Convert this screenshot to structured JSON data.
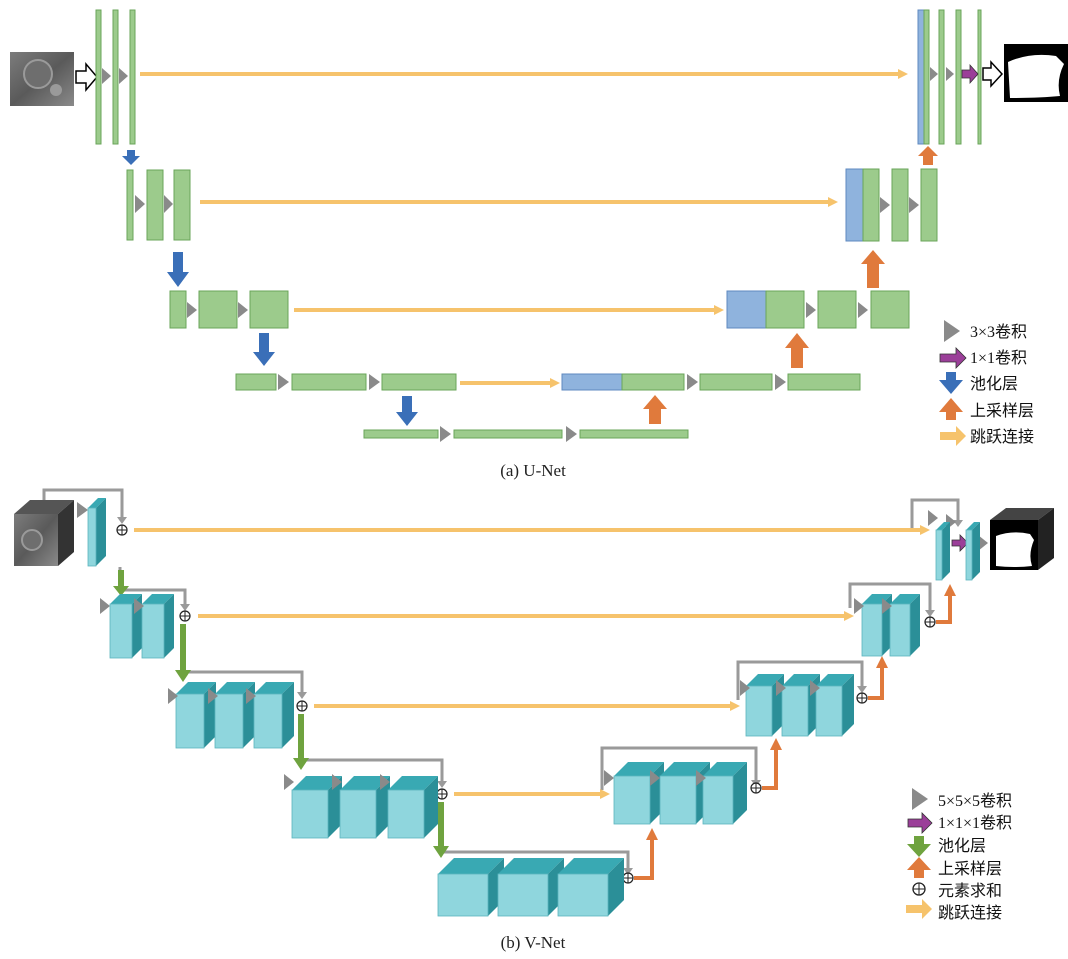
{
  "unet": {
    "caption": "(a) U-Net",
    "legend": [
      {
        "key": "conv",
        "label": "3×3卷积"
      },
      {
        "key": "conv1",
        "label": "1×1卷积"
      },
      {
        "key": "pool",
        "label": "池化层"
      },
      {
        "key": "up",
        "label": "上采样层"
      },
      {
        "key": "skip",
        "label": "跳跃连接"
      }
    ]
  },
  "vnet": {
    "caption": "(b) V-Net",
    "legend": [
      {
        "key": "conv",
        "label": "5×5×5卷积"
      },
      {
        "key": "conv1",
        "label": "1×1×1卷积"
      },
      {
        "key": "pool",
        "label": "池化层"
      },
      {
        "key": "up",
        "label": "上采样层"
      },
      {
        "key": "sum",
        "label": "元素求和"
      },
      {
        "key": "skip",
        "label": "跳跃连接"
      }
    ]
  },
  "colors": {
    "feature_green": "#9ccb8c",
    "feature_green_border": "#6aa55a",
    "concat_blue": "#8fb3dd",
    "pool_blue": "#3a6fb8",
    "pool_green": "#6fa33f",
    "upsample_orange": "#e07a3c",
    "skip_yellow": "#f6c36c",
    "conv_gray": "#8a8a8a",
    "conv1_purple": "#9b3f99",
    "cube_front": "#8fd6dd",
    "cube_top": "#39a9b3",
    "cube_side": "#2b8f98",
    "residual_gray": "#9a9a9a"
  }
}
